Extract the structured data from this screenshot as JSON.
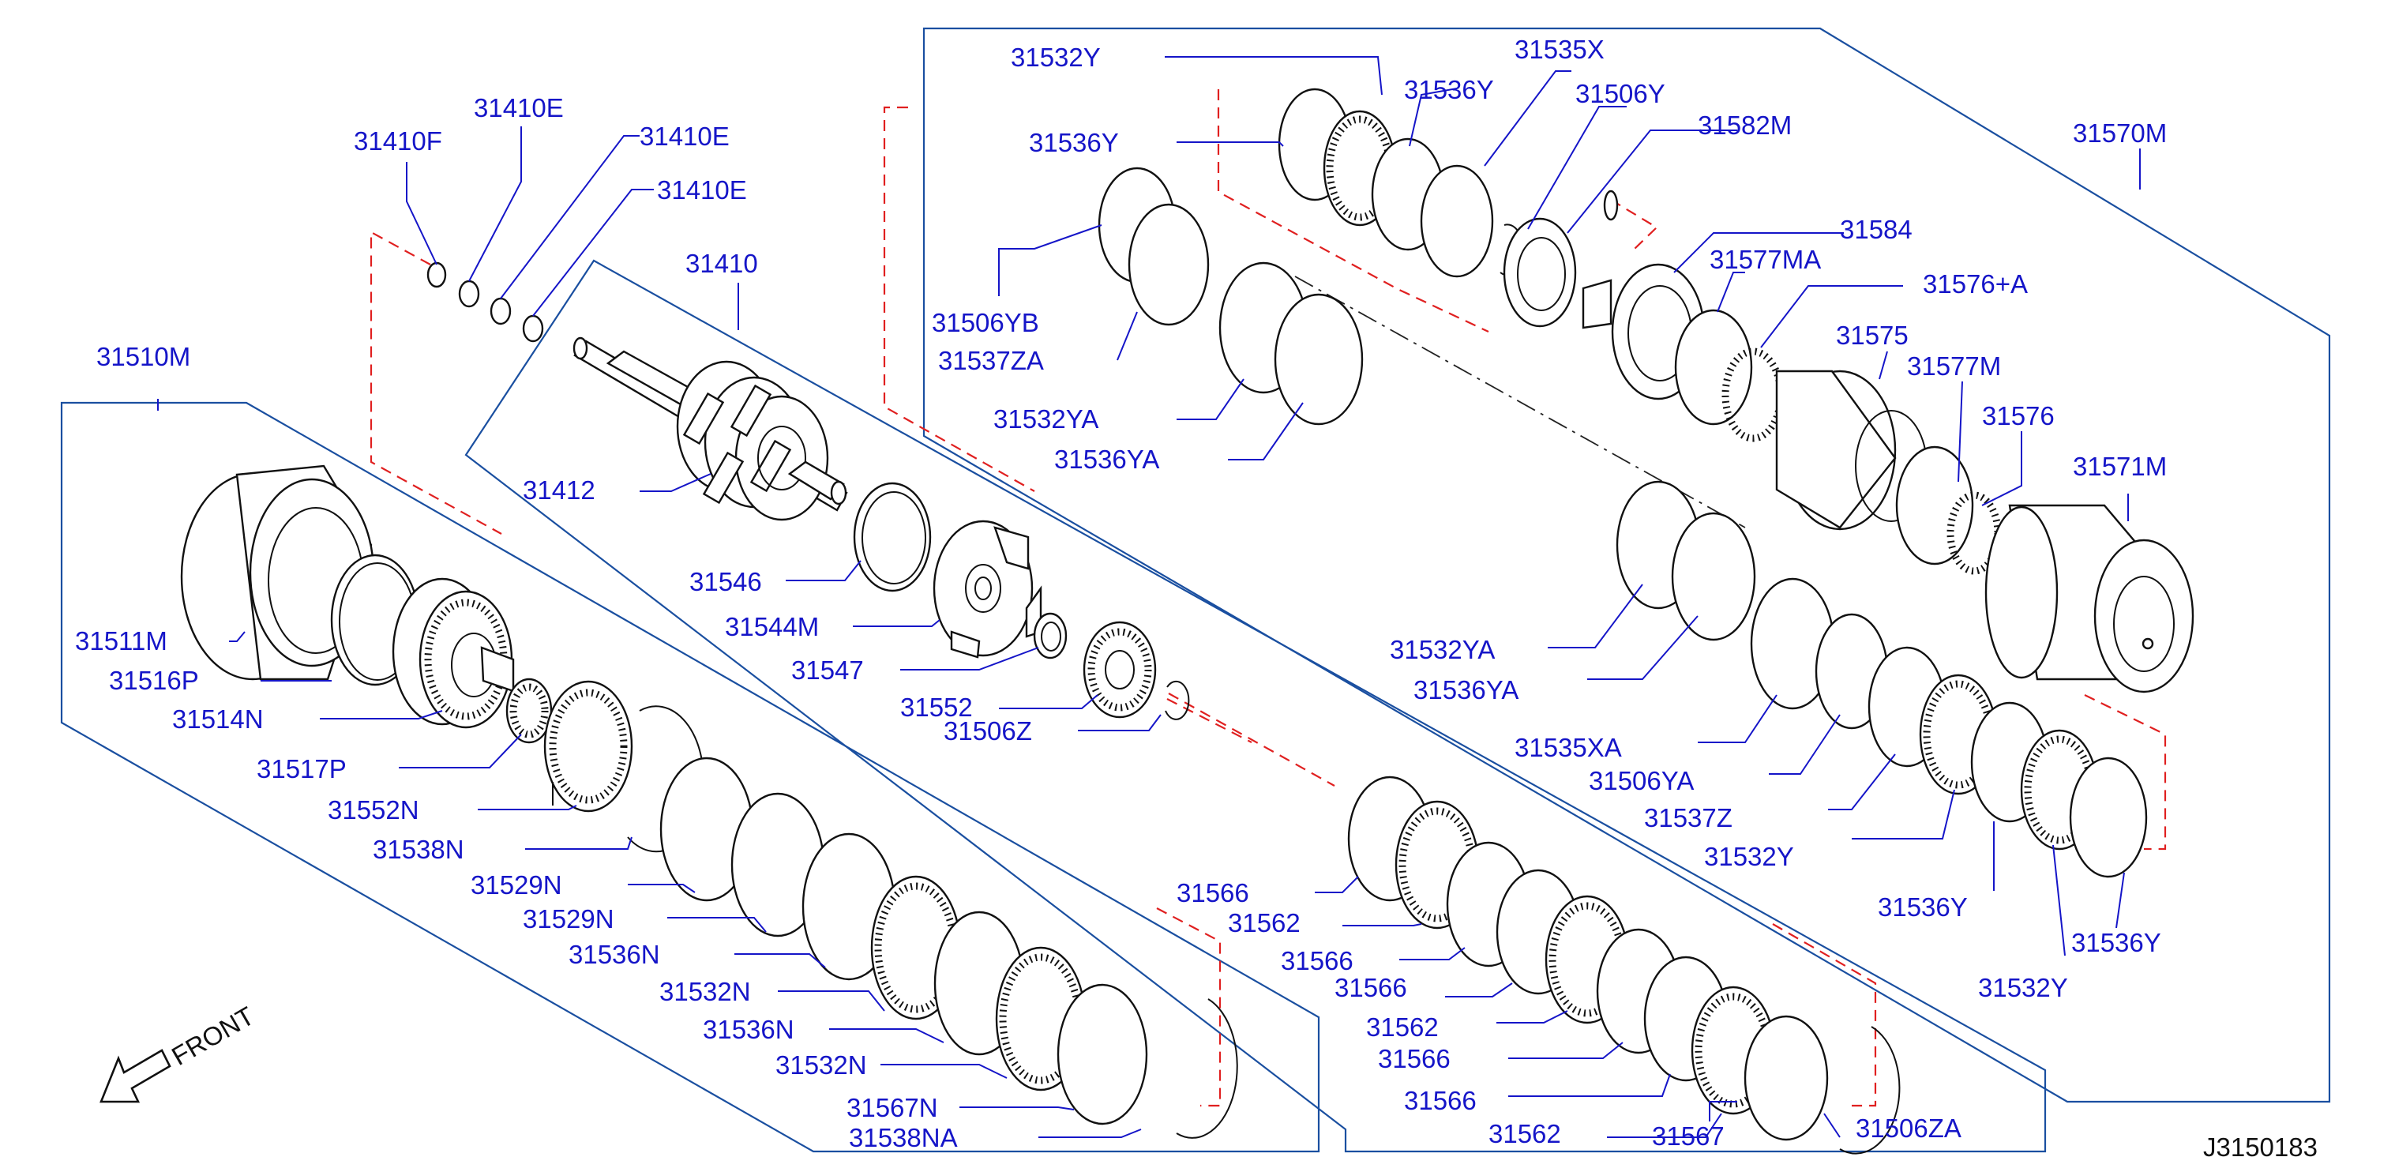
{
  "diagram_id": "J3150183",
  "front_label": "FRONT",
  "callouts": [
    {
      "id": "c1",
      "text": "31410F"
    },
    {
      "id": "c2",
      "text": "31410E"
    },
    {
      "id": "c3",
      "text": "31410E"
    },
    {
      "id": "c4",
      "text": "31410E"
    },
    {
      "id": "c5",
      "text": "31410"
    },
    {
      "id": "c6",
      "text": "31412"
    },
    {
      "id": "c7",
      "text": "31510M"
    },
    {
      "id": "c8",
      "text": "31546"
    },
    {
      "id": "c9",
      "text": "31544M"
    },
    {
      "id": "c10",
      "text": "31547"
    },
    {
      "id": "c11",
      "text": "31552"
    },
    {
      "id": "c12",
      "text": "31506Z"
    },
    {
      "id": "c13",
      "text": "31511M"
    },
    {
      "id": "c14",
      "text": "31516P"
    },
    {
      "id": "c15",
      "text": "31514N"
    },
    {
      "id": "c16",
      "text": "31517P"
    },
    {
      "id": "c17",
      "text": "31552N"
    },
    {
      "id": "c18",
      "text": "31538N"
    },
    {
      "id": "c19",
      "text": "31529N"
    },
    {
      "id": "c20",
      "text": "31529N"
    },
    {
      "id": "c21",
      "text": "31536N"
    },
    {
      "id": "c22",
      "text": "31532N"
    },
    {
      "id": "c23",
      "text": "31536N"
    },
    {
      "id": "c24",
      "text": "31532N"
    },
    {
      "id": "c25",
      "text": "31567N"
    },
    {
      "id": "c26",
      "text": "31538NA"
    },
    {
      "id": "c27",
      "text": "31532Y"
    },
    {
      "id": "c28",
      "text": "31536Y"
    },
    {
      "id": "c29",
      "text": "31535X"
    },
    {
      "id": "c30",
      "text": "31536Y"
    },
    {
      "id": "c31",
      "text": "31506Y"
    },
    {
      "id": "c32",
      "text": "31582M"
    },
    {
      "id": "c33",
      "text": "31570M"
    },
    {
      "id": "c34",
      "text": "31506YB"
    },
    {
      "id": "c35",
      "text": "31537ZA"
    },
    {
      "id": "c36",
      "text": "31584"
    },
    {
      "id": "c37",
      "text": "31577MA"
    },
    {
      "id": "c38",
      "text": "31576+A"
    },
    {
      "id": "c39",
      "text": "31575"
    },
    {
      "id": "c40",
      "text": "31577M"
    },
    {
      "id": "c41",
      "text": "31576"
    },
    {
      "id": "c42",
      "text": "31532YA"
    },
    {
      "id": "c43",
      "text": "31536YA"
    },
    {
      "id": "c44",
      "text": "31571M"
    },
    {
      "id": "c45",
      "text": "31532YA"
    },
    {
      "id": "c46",
      "text": "31536YA"
    },
    {
      "id": "c47",
      "text": "31535XA"
    },
    {
      "id": "c48",
      "text": "31506YA"
    },
    {
      "id": "c49",
      "text": "31537Z"
    },
    {
      "id": "c50",
      "text": "31532Y"
    },
    {
      "id": "c51",
      "text": "31536Y"
    },
    {
      "id": "c52",
      "text": "31536Y"
    },
    {
      "id": "c53",
      "text": "31532Y"
    },
    {
      "id": "c54",
      "text": "31566"
    },
    {
      "id": "c55",
      "text": "31562"
    },
    {
      "id": "c56",
      "text": "31566"
    },
    {
      "id": "c57",
      "text": "31566"
    },
    {
      "id": "c58",
      "text": "31562"
    },
    {
      "id": "c59",
      "text": "31566"
    },
    {
      "id": "c60",
      "text": "31566"
    },
    {
      "id": "c61",
      "text": "31562"
    },
    {
      "id": "c62",
      "text": "31567"
    },
    {
      "id": "c63",
      "text": "31506ZA"
    }
  ]
}
